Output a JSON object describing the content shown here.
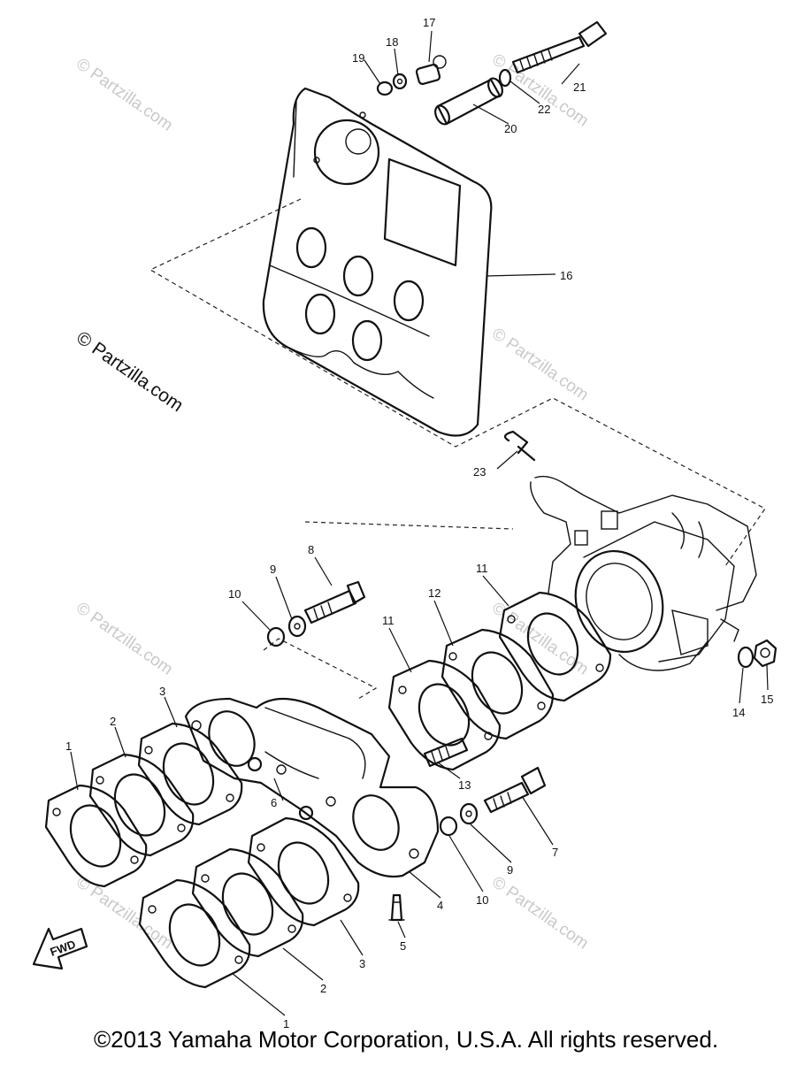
{
  "diagram": {
    "watermark": "© Partzilla.com",
    "fwd_label": "FWD",
    "callouts": [
      {
        "id": "c1a",
        "text": "1"
      },
      {
        "id": "c1b",
        "text": "1"
      },
      {
        "id": "c2a",
        "text": "2"
      },
      {
        "id": "c2b",
        "text": "2"
      },
      {
        "id": "c3a",
        "text": "3"
      },
      {
        "id": "c3b",
        "text": "3"
      },
      {
        "id": "c4",
        "text": "4"
      },
      {
        "id": "c5",
        "text": "5"
      },
      {
        "id": "c6",
        "text": "6"
      },
      {
        "id": "c7",
        "text": "7"
      },
      {
        "id": "c8",
        "text": "8"
      },
      {
        "id": "c9a",
        "text": "9"
      },
      {
        "id": "c9b",
        "text": "9"
      },
      {
        "id": "c10a",
        "text": "10"
      },
      {
        "id": "c10b",
        "text": "10"
      },
      {
        "id": "c11a",
        "text": "11"
      },
      {
        "id": "c11b",
        "text": "11"
      },
      {
        "id": "c12",
        "text": "12"
      },
      {
        "id": "c13",
        "text": "13"
      },
      {
        "id": "c14",
        "text": "14"
      },
      {
        "id": "c15",
        "text": "15"
      },
      {
        "id": "c16",
        "text": "16"
      },
      {
        "id": "c17",
        "text": "17"
      },
      {
        "id": "c18",
        "text": "18"
      },
      {
        "id": "c19",
        "text": "19"
      },
      {
        "id": "c20",
        "text": "20"
      },
      {
        "id": "c21",
        "text": "21"
      },
      {
        "id": "c22",
        "text": "22"
      },
      {
        "id": "c23",
        "text": "23"
      }
    ]
  },
  "footer": {
    "copyright": "©2013  Yamaha Motor Corporation, U.S.A. All rights reserved."
  }
}
